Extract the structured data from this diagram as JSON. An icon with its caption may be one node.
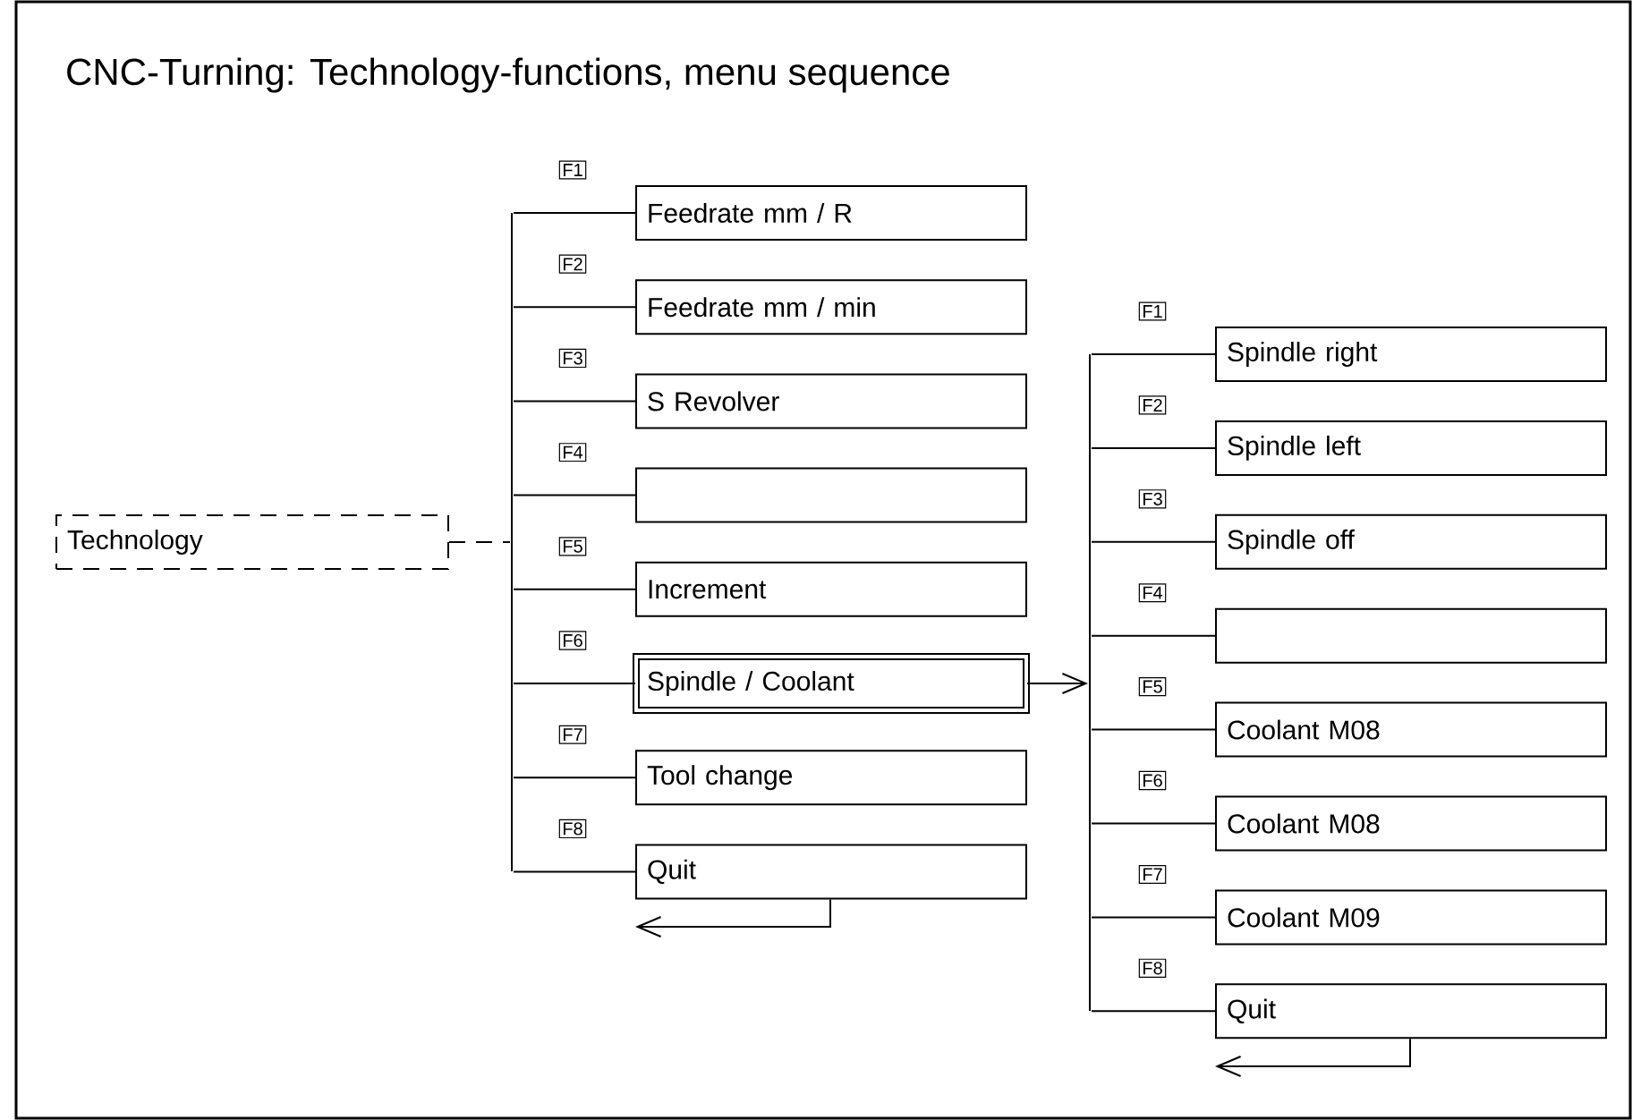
{
  "diagram": {
    "title": "CNC-Turning: Technology-functions, menu sequence",
    "nodes": [
      {
        "text": [
          "Technology"
        ]
      },
      {
        "text": [],
        "shape": "bar"
      },
      {
        "text": [
          "Feedrate mm / R"
        ],
        "beside": [
          "F1"
        ]
      },
      {
        "text": [
          "Feedrate mm / min"
        ],
        "beside": [
          "F2"
        ]
      },
      {
        "text": [
          "S Revolver"
        ],
        "beside": [
          "F3"
        ]
      },
      {
        "text": [],
        "shape": "box",
        "beside": [
          "F4"
        ]
      },
      {
        "text": [
          "Increment"
        ],
        "beside": [
          "F5"
        ]
      },
      {
        "text": [
          "Spindle / Coolant"
        ],
        "beside": [
          "F6"
        ]
      },
      {
        "text": [
          "Tool change"
        ],
        "beside": [
          "F7"
        ]
      },
      {
        "text": [
          "Quit"
        ],
        "beside": [
          "F8"
        ]
      },
      {
        "text": [],
        "shape": "bar"
      },
      {
        "text": [
          "Spindle right"
        ],
        "beside": [
          "F1"
        ]
      },
      {
        "text": [
          "Spindle left"
        ],
        "beside": [
          "F2"
        ]
      },
      {
        "text": [
          "Spindle off"
        ],
        "beside": [
          "F3"
        ]
      },
      {
        "text": [],
        "shape": "box",
        "beside": [
          "F4"
        ]
      },
      {
        "text": [
          "Coolant M08"
        ],
        "beside": [
          "F5"
        ]
      },
      {
        "text": [
          "Coolant M08"
        ],
        "beside": [
          "F6"
        ]
      },
      {
        "text": [
          "Coolant M09"
        ],
        "beside": [
          "F7"
        ]
      },
      {
        "text": [
          "Quit"
        ],
        "beside": [
          "F8"
        ]
      }
    ],
    "edges": [
      {
        "from": 0,
        "to": 1,
        "arrow": "none",
        "style": "dashed"
      },
      {
        "from": 1,
        "to": 2,
        "arrow": "none"
      },
      {
        "from": 1,
        "to": 3,
        "arrow": "none"
      },
      {
        "from": 1,
        "to": 4,
        "arrow": "none"
      },
      {
        "from": 1,
        "to": 5,
        "arrow": "none"
      },
      {
        "from": 1,
        "to": 6,
        "arrow": "none"
      },
      {
        "from": 1,
        "to": 7,
        "arrow": "none"
      },
      {
        "from": 1,
        "to": 8,
        "arrow": "none"
      },
      {
        "from": 1,
        "to": 9,
        "arrow": "none"
      },
      {
        "from": 7,
        "to": 10,
        "arrow": "to"
      },
      {
        "from": 10,
        "to": 11,
        "arrow": "none"
      },
      {
        "from": 10,
        "to": 12,
        "arrow": "none"
      },
      {
        "from": 10,
        "to": 13,
        "arrow": "none"
      },
      {
        "from": 10,
        "to": 14,
        "arrow": "none"
      },
      {
        "from": 10,
        "to": 15,
        "arrow": "none"
      },
      {
        "from": 10,
        "to": 16,
        "arrow": "none"
      },
      {
        "from": 10,
        "to": 17,
        "arrow": "none"
      },
      {
        "from": 10,
        "to": 18,
        "arrow": "none"
      },
      {
        "from": 9,
        "to": null,
        "arrow": "to"
      },
      {
        "from": 18,
        "to": null,
        "arrow": "to"
      }
    ]
  }
}
